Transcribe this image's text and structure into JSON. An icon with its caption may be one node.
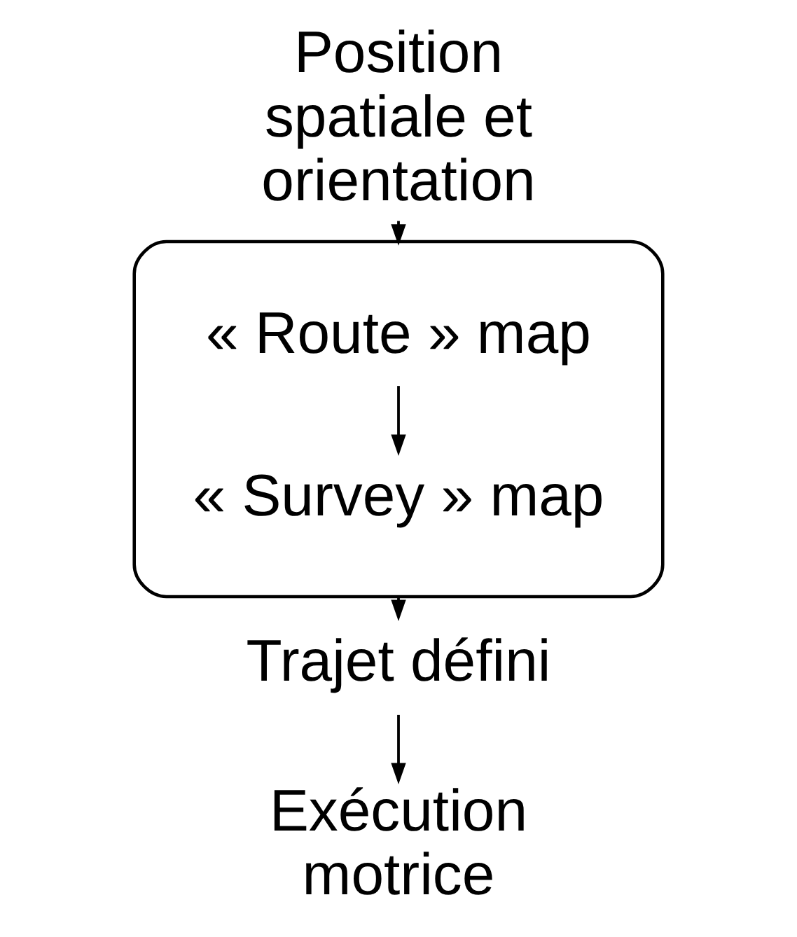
{
  "diagram": {
    "nodes": [
      {
        "text": [
          "Position spatiale et orientation"
        ]
      },
      {
        "text": [],
        "shape": "ellipse"
      },
      {
        "text": [
          "« Route » map"
        ],
        "in": 1
      },
      {
        "text": [
          "« Survey » map"
        ],
        "in": 1
      },
      {
        "text": [
          "Trajet défini"
        ]
      },
      {
        "text": [
          "Exécution motrice"
        ]
      }
    ],
    "edges": [
      {
        "from": 0,
        "to": 1,
        "arrow": "to"
      },
      {
        "from": 2,
        "to": 3,
        "arrow": "to"
      },
      {
        "from": 1,
        "to": 4,
        "arrow": "to"
      },
      {
        "from": 4,
        "to": 5,
        "arrow": "to"
      }
    ]
  }
}
